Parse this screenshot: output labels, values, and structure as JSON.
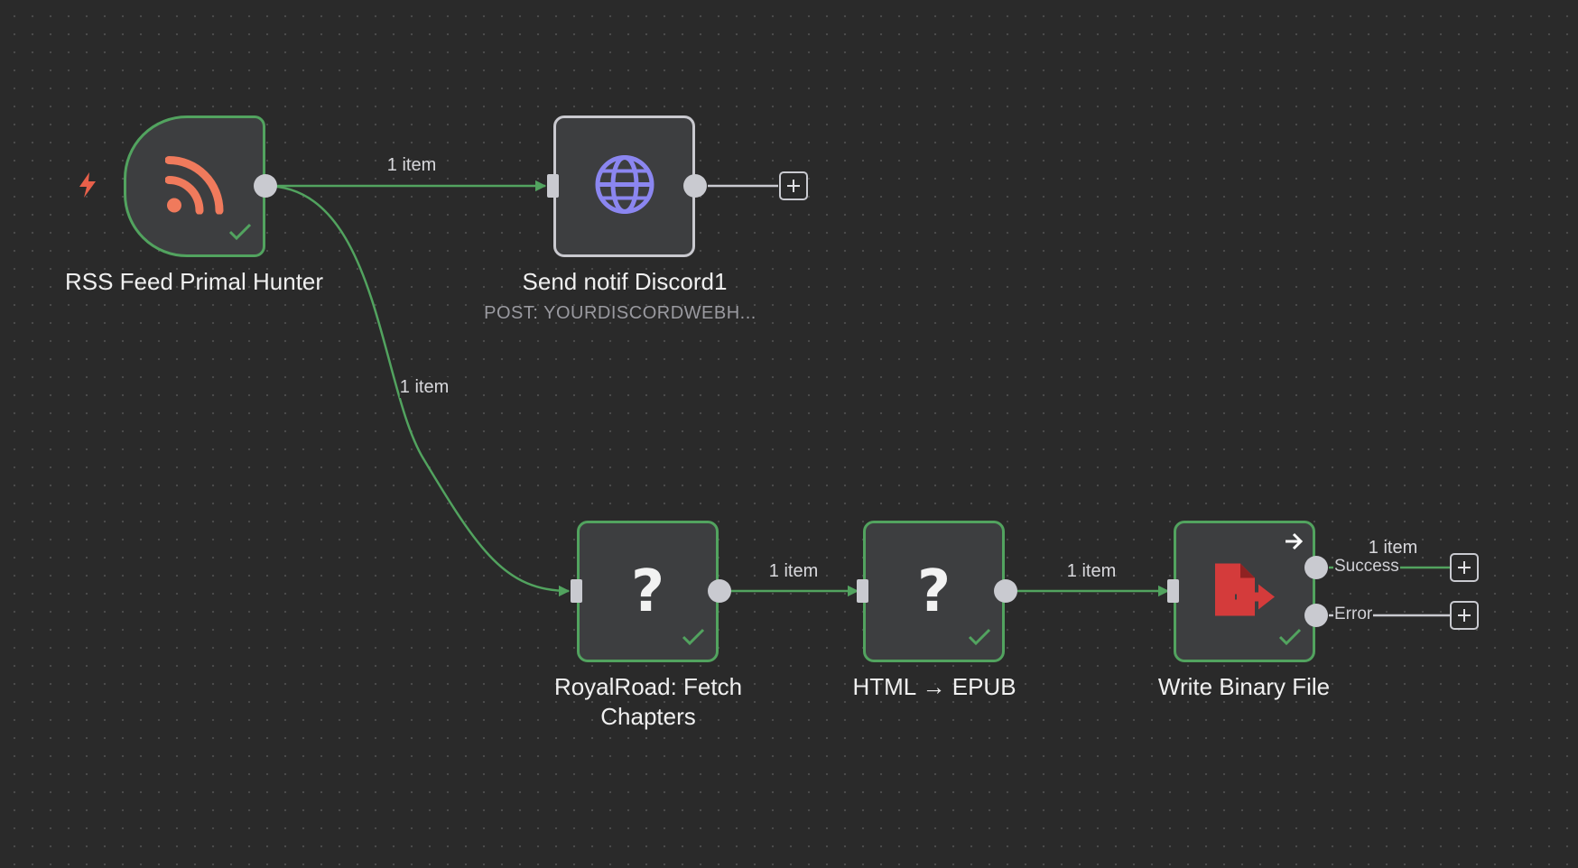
{
  "colors": {
    "background": "#2a2a2a",
    "success_edge": "#52a35f",
    "node_fill": "#3d3e40",
    "rss_icon": "#f07a5c",
    "globe_icon": "#8b86f0",
    "file_icon": "#d43b3b"
  },
  "nodes": {
    "rss": {
      "label": "RSS Feed Primal Hunter",
      "icon": "rss-icon",
      "status": "success"
    },
    "discord": {
      "label": "Send notif Discord1",
      "subtitle": "POST: YOURDISCORDWEBH...",
      "icon": "globe-icon"
    },
    "fetch": {
      "label_line1": "RoyalRoad: Fetch",
      "label_line2": "Chapters",
      "icon": "question-icon",
      "status": "success"
    },
    "epub": {
      "label": "HTML → EPUB",
      "icon": "question-icon",
      "status": "success"
    },
    "write": {
      "label": "Write Binary File",
      "icon": "file-export-icon",
      "status": "success"
    }
  },
  "edges": {
    "rss_to_discord": "1 item",
    "rss_to_fetch": "1 item",
    "fetch_to_epub": "1 item",
    "epub_to_write": "1 item",
    "write_success": "1 item"
  },
  "ports": {
    "success": "Success",
    "error": "Error"
  }
}
